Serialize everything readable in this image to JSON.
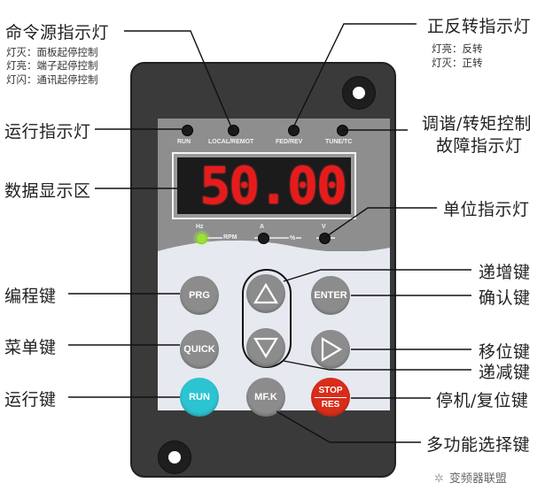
{
  "callouts": {
    "command_source": {
      "title": "命令源指示灯",
      "notes": [
        "灯灭：面板起停控制",
        "灯亮：端子起停控制",
        "灯闪：通讯起停控制"
      ]
    },
    "fwd_rev": {
      "title": "正反转指示灯",
      "notes": [
        "灯亮：反转",
        "灯灭：正转"
      ]
    },
    "run_indicator": "运行指示灯",
    "tune_fault": [
      "调谐/转矩控制",
      "故障指示灯"
    ],
    "data_display": "数据显示区",
    "unit_indicator": "单位指示灯",
    "program_key": "编程键",
    "increment_key": "递增键",
    "confirm_key": "确认键",
    "menu_key": "菜单键",
    "shift_key": "移位键",
    "decrement_key": "递减键",
    "run_key": "运行键",
    "stop_reset_key": "停机/复位键",
    "multifunction_key": "多功能选择键"
  },
  "panel": {
    "indicators": [
      {
        "label": "RUN",
        "state": "off"
      },
      {
        "label": "LOCAL/REMOT",
        "state": "off"
      },
      {
        "label": "FED/REV",
        "state": "off"
      },
      {
        "label": "TUNE/TC",
        "state": "off"
      }
    ],
    "display_value": "50.00",
    "units": [
      {
        "label": "Hz",
        "state": "on",
        "color": "#9be03a"
      },
      {
        "label": "RPM",
        "state": "none"
      },
      {
        "label": "A",
        "state": "off"
      },
      {
        "label": "%",
        "state": "none"
      },
      {
        "label": "V",
        "state": "off"
      }
    ],
    "keys": {
      "prg": "PRG",
      "quick": "QUICK",
      "run": "RUN",
      "enter": "ENTER",
      "mfk": "MF.K",
      "stop": "STOP",
      "res": "RES",
      "up": "up-triangle",
      "down": "down-triangle",
      "shift": "right-triangle"
    },
    "colors": {
      "run_key": "#2cc4d2",
      "stop_key": "#d92d1a",
      "display_digits": "#e61c1c",
      "hz_led": "#9be03a"
    }
  },
  "watermark": "变频器联盟"
}
